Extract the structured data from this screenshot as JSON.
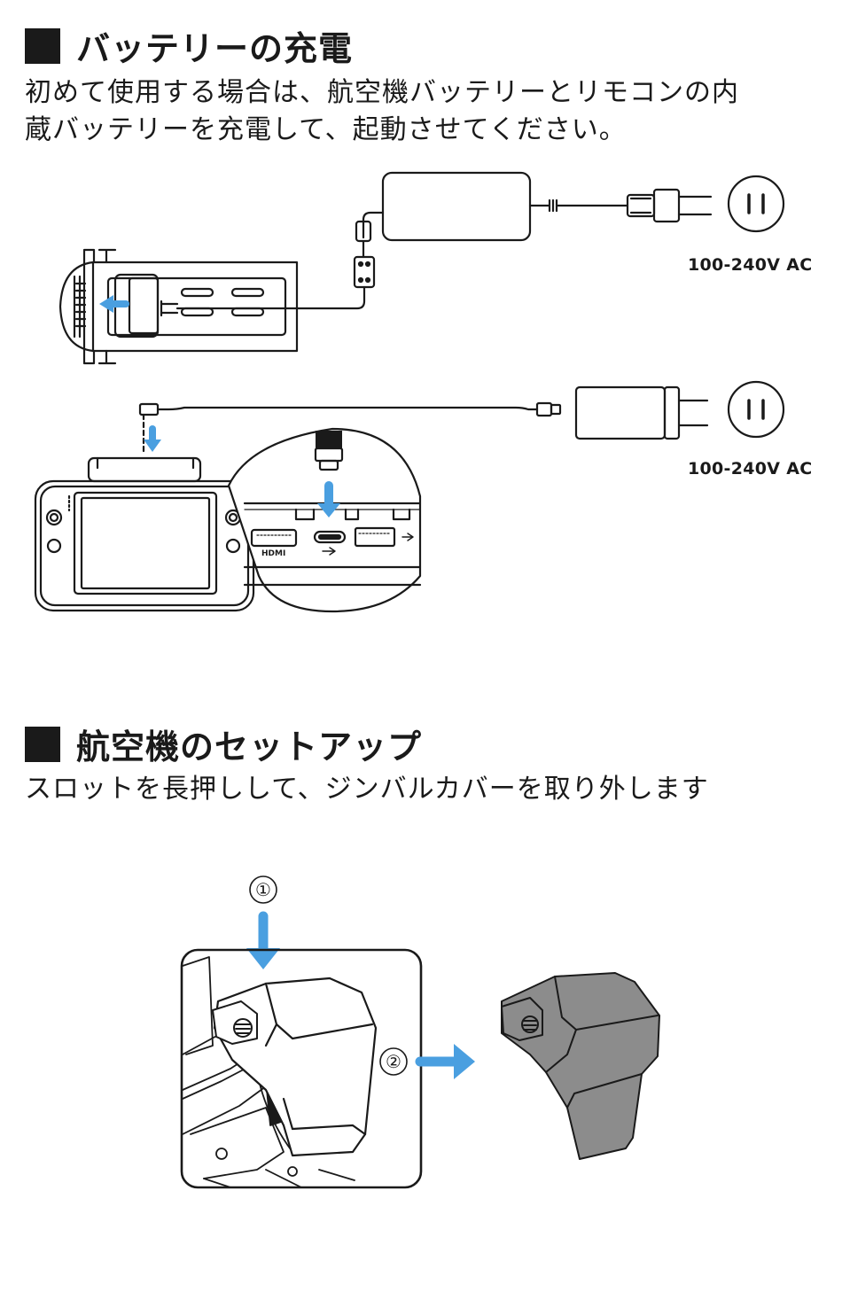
{
  "section1": {
    "title": "バッテリーの充電",
    "line1": "初めて使用する場合は、航空機バッテリーとリモコンの内",
    "line2": "蔵バッテリーを充電して、起動させてください。",
    "ac_label_1": "100-240V AC",
    "ac_label_2": "100-240V AC",
    "port_hdmi": "HDMI"
  },
  "section2": {
    "title": "航空機のセットアップ",
    "line1": "スロットを長押しして、ジンバルカバーを取り外します",
    "step1": "①",
    "step2": "②"
  },
  "colors": {
    "accent_arrow": "#4a9fe0",
    "ink": "#1a1a1a",
    "cover_fill": "#8c8c8c"
  }
}
